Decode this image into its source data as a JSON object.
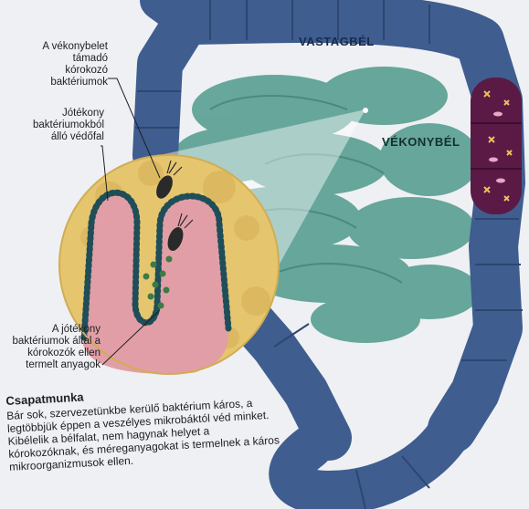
{
  "labels": {
    "harmful_bacteria": "A vékonybelet támadó kórokozó baktériumok",
    "protective_wall": "Jótékony baktériumokból álló védőfal",
    "substances": "A jótékony baktériumok által a kórokozók ellen termelt anyagok",
    "large_intestine": "VASTAGBÉL",
    "small_intestine": "VÉKONYBÉL"
  },
  "caption": {
    "title": "Csapatmunka",
    "body": "Bár sok, szervezetünkbe kerülő baktérium káros, a legtöbbjük éppen a veszélyes mikrobáktól véd minket. Kibélelik a bélfalat, nem hagynak helyet a kórokozóknak, és méreganyagokat is termelnek a káros mikroorganizmusok ellen."
  },
  "colors": {
    "background": "#eef0f3",
    "large_intestine": "#3f5d8f",
    "small_intestine": "#4f9a8c",
    "magnifier": "#e6c56f",
    "villi": "#e29ea6",
    "bacteria_wall": "#1f4e58",
    "infected_segment": "#5a1a45"
  }
}
